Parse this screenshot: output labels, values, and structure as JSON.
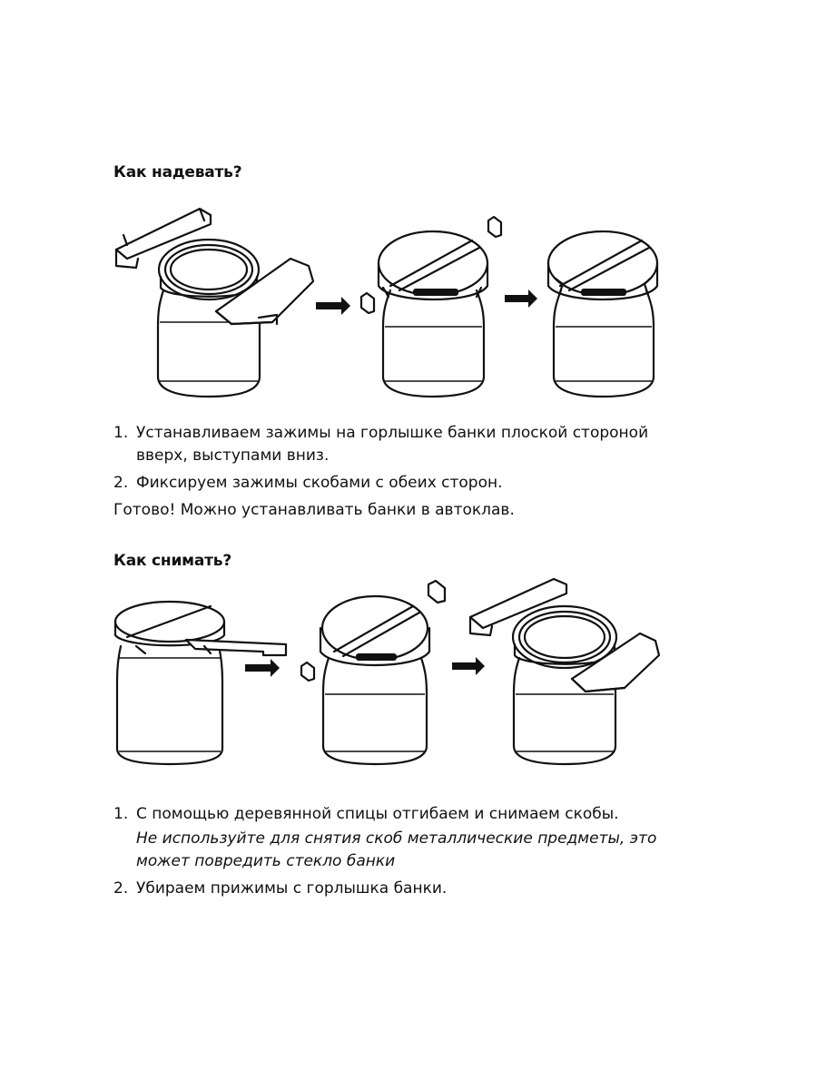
{
  "put_on": {
    "heading": "Как надевать?",
    "steps": [
      {
        "num": "1.",
        "text": "Устанавливаем зажимы на горлышке банки плоской стороной вверх, выступами вниз."
      },
      {
        "num": "2.",
        "text": "Фиксируем зажимы скобами с обеих сторон."
      }
    ],
    "final": "Готово! Можно устанавливать банки в автоклав."
  },
  "take_off": {
    "heading": "Как снимать?",
    "steps": [
      {
        "num": "1.",
        "text": "С помощью деревянной спицы отгибаем и снимаем скобы.",
        "note": "Не используйте для снятия скоб металлические предметы, это может повредить стекло банки"
      },
      {
        "num": "2.",
        "text": "Убираем прижимы с горлышка банки."
      }
    ]
  },
  "icons": [
    "jar-with-clamps",
    "arrow-right",
    "staple-clip"
  ]
}
